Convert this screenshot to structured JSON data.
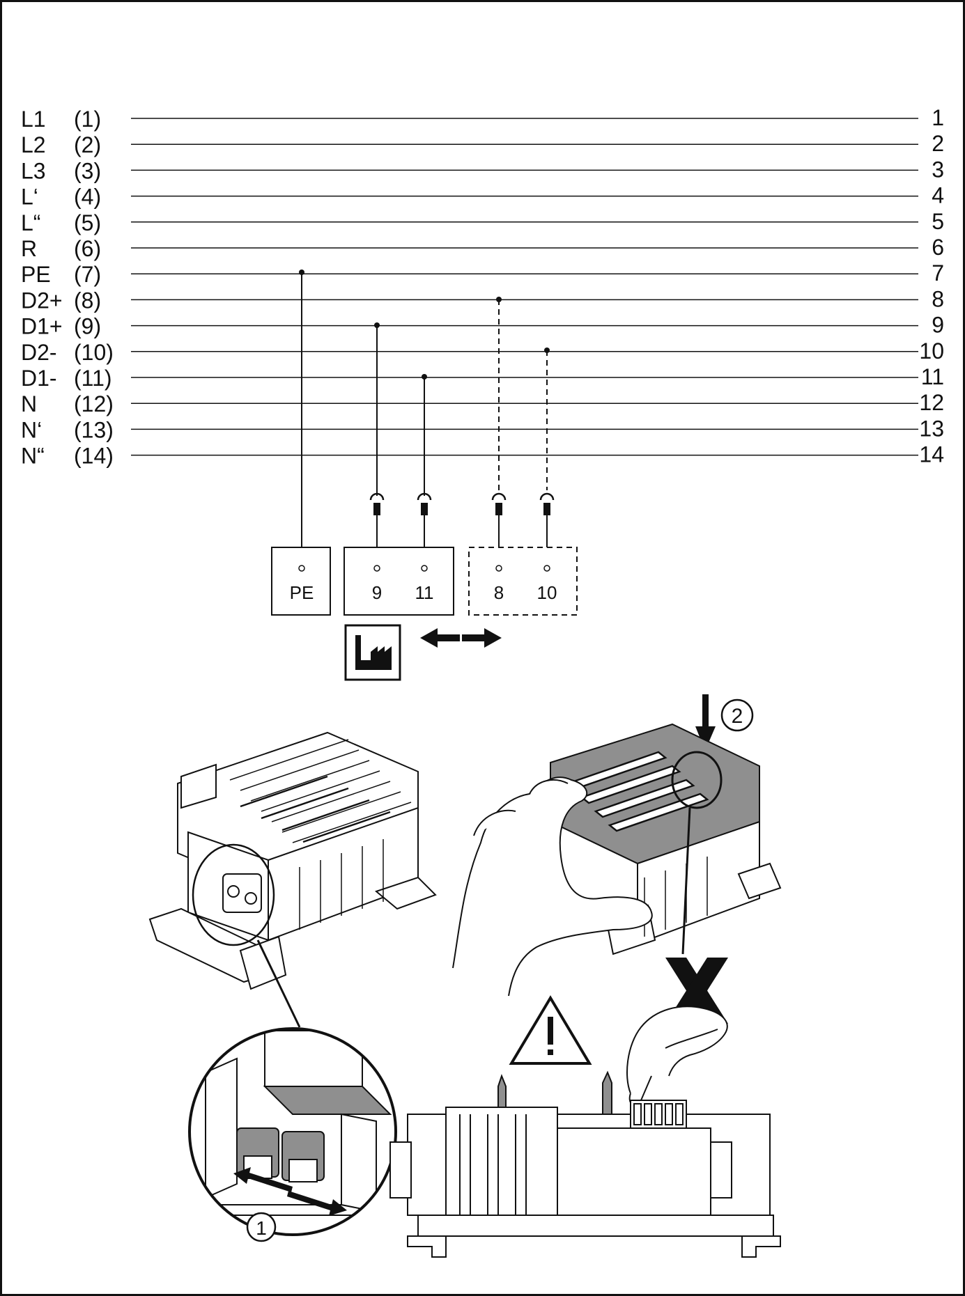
{
  "wiring": {
    "left_labels": [
      {
        "name": "L1",
        "num": "(1)"
      },
      {
        "name": "L2",
        "num": "(2)"
      },
      {
        "name": "L3",
        "num": "(3)"
      },
      {
        "name": "L‘",
        "num": "(4)"
      },
      {
        "name": "L“",
        "num": "(5)"
      },
      {
        "name": "R",
        "num": "(6)"
      },
      {
        "name": "PE",
        "num": "(7)"
      },
      {
        "name": "D2+",
        "num": "(8)"
      },
      {
        "name": "D1+",
        "num": "(9)"
      },
      {
        "name": "D2-",
        "num": "(10)"
      },
      {
        "name": "D1-",
        "num": "(11)"
      },
      {
        "name": "N",
        "num": "(12)"
      },
      {
        "name": "N‘",
        "num": "(13)"
      },
      {
        "name": "N“",
        "num": "(14)"
      }
    ],
    "right_labels": [
      "1",
      "2",
      "3",
      "4",
      "5",
      "6",
      "7",
      "8",
      "9",
      "10",
      "11",
      "12",
      "13",
      "14"
    ]
  },
  "terminals": {
    "pe_box": {
      "label": "PE"
    },
    "factory_box": {
      "left": "9",
      "right": "11"
    },
    "optional_box": {
      "left": "8",
      "right": "10"
    }
  },
  "steps": {
    "step1": "1",
    "step2": "2"
  },
  "colors": {
    "line": "#111111",
    "fill_grey": "#8f8f8f",
    "background": "#ffffff"
  },
  "icons": [
    "factory-icon",
    "double-arrow-icon",
    "warning-triangle-icon",
    "forbidden-x-icon",
    "down-arrow-icon"
  ]
}
